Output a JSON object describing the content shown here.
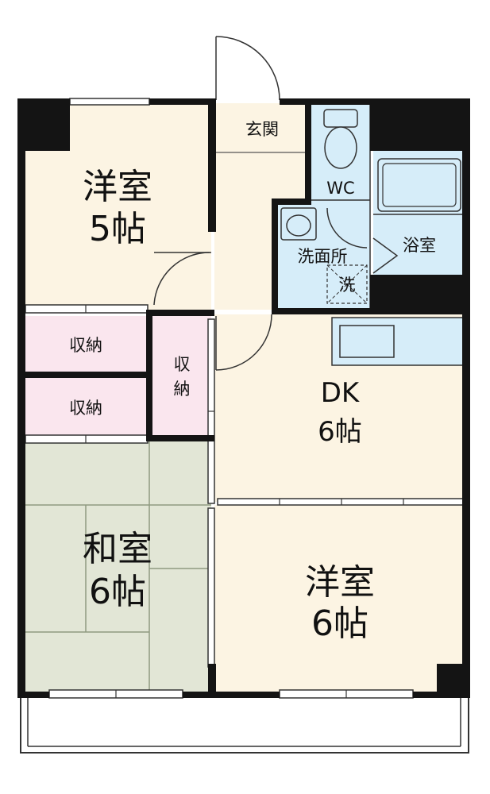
{
  "rooms": {
    "western_north": {
      "name": "洋室",
      "size": "5帖"
    },
    "entrance": {
      "name": "玄関"
    },
    "wc": {
      "name": "WC"
    },
    "washroom": {
      "name": "洗面所"
    },
    "washer": {
      "name": "洗"
    },
    "bath": {
      "name": "浴室"
    },
    "storage_1": {
      "name": "収納"
    },
    "storage_2": {
      "name": "収納"
    },
    "storage_3": {
      "line1": "収",
      "line2": "納"
    },
    "dk": {
      "name": "DK",
      "size": "6帖"
    },
    "japanese": {
      "name": "和室",
      "size": "6帖"
    },
    "western_south": {
      "name": "洋室",
      "size": "6帖"
    }
  },
  "colors": {
    "wall": "#141414",
    "western_floor": "#fcf4e3",
    "wet_area": "#d6edf9",
    "storage": "#fae6ee",
    "tatami": "#e2e6d6",
    "balcony": "#ffffff"
  }
}
